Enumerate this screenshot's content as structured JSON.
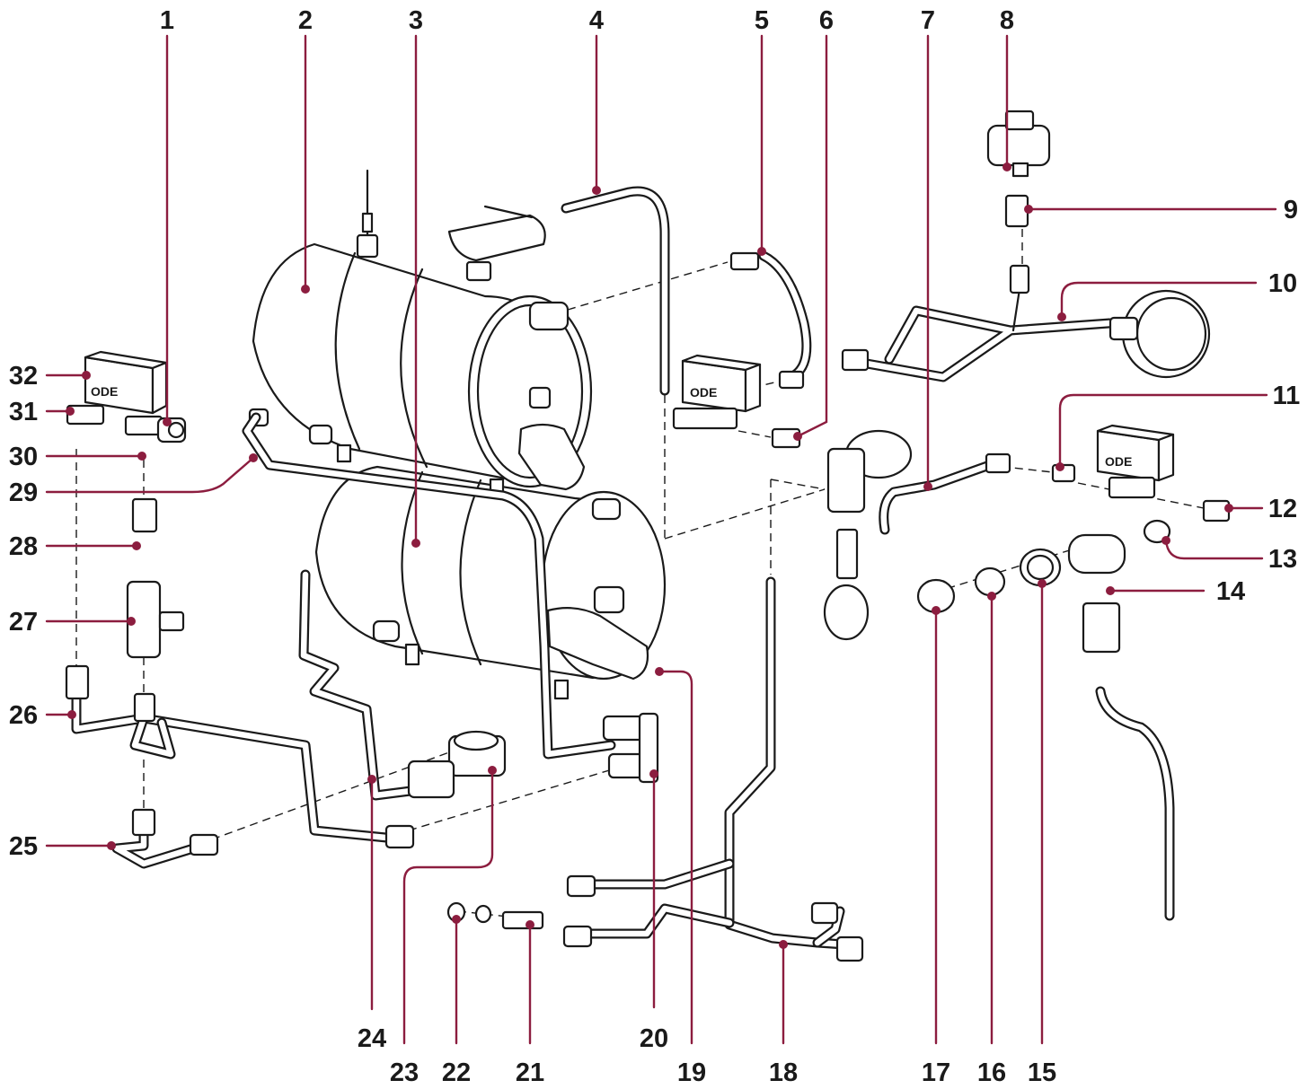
{
  "diagram": {
    "colors": {
      "ink": "#1a1a1a",
      "leader": "#8c1d3f",
      "background": "#ffffff"
    },
    "valve_logo": "ODE",
    "callouts": [
      {
        "id": "1",
        "label": "1"
      },
      {
        "id": "2",
        "label": "2"
      },
      {
        "id": "3",
        "label": "3"
      },
      {
        "id": "4",
        "label": "4"
      },
      {
        "id": "5",
        "label": "5"
      },
      {
        "id": "6",
        "label": "6"
      },
      {
        "id": "7",
        "label": "7"
      },
      {
        "id": "8",
        "label": "8"
      },
      {
        "id": "9",
        "label": "9"
      },
      {
        "id": "10",
        "label": "10"
      },
      {
        "id": "11",
        "label": "11"
      },
      {
        "id": "12",
        "label": "12"
      },
      {
        "id": "13",
        "label": "13"
      },
      {
        "id": "14",
        "label": "14"
      },
      {
        "id": "15",
        "label": "15"
      },
      {
        "id": "16",
        "label": "16"
      },
      {
        "id": "17",
        "label": "17"
      },
      {
        "id": "18",
        "label": "18"
      },
      {
        "id": "19",
        "label": "19"
      },
      {
        "id": "20",
        "label": "20"
      },
      {
        "id": "21",
        "label": "21"
      },
      {
        "id": "22",
        "label": "22"
      },
      {
        "id": "23",
        "label": "23"
      },
      {
        "id": "24",
        "label": "24"
      },
      {
        "id": "25",
        "label": "25"
      },
      {
        "id": "26",
        "label": "26"
      },
      {
        "id": "27",
        "label": "27"
      },
      {
        "id": "28",
        "label": "28"
      },
      {
        "id": "29",
        "label": "29"
      },
      {
        "id": "30",
        "label": "30"
      },
      {
        "id": "31",
        "label": "31"
      },
      {
        "id": "32",
        "label": "32"
      }
    ]
  }
}
